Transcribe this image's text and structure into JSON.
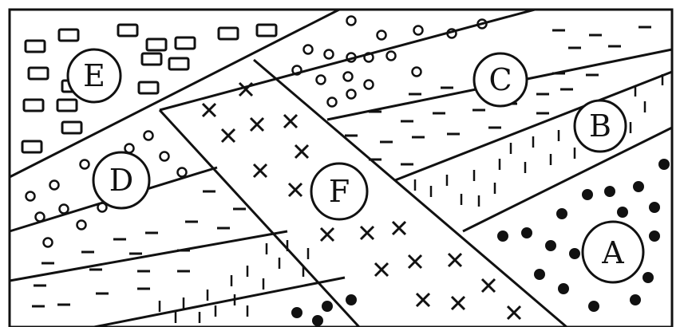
{
  "labels": {
    "A": "A",
    "B": "B",
    "C": "C",
    "D": "D",
    "E": "E",
    "F": "F"
  },
  "colors": {
    "ink": "#111111",
    "paper": "#ffffff"
  },
  "legend_patterns": {
    "A": "filled-dots",
    "B": "vertical-dashes",
    "C": "open-circles-and-horizontal-dashes",
    "D": "open-circles",
    "E": "bricks",
    "F": "crosses"
  }
}
